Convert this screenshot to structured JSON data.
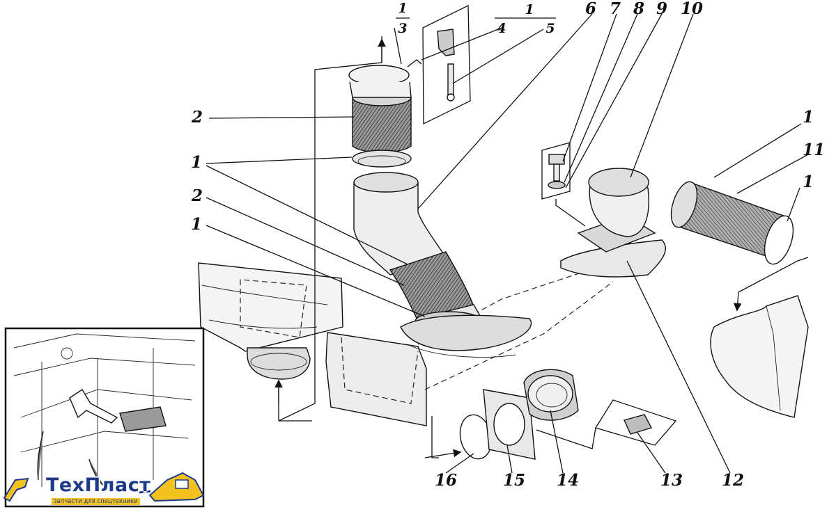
{
  "callouts": [
    {
      "id": "c1a",
      "label": "1"
    },
    {
      "id": "c1b",
      "label": "1"
    },
    {
      "id": "c1c",
      "label": "1"
    },
    {
      "id": "c1d",
      "label": "1"
    },
    {
      "id": "c2a",
      "label": "2"
    },
    {
      "id": "c2b",
      "label": "2"
    },
    {
      "id": "c6",
      "label": "6"
    },
    {
      "id": "c7",
      "label": "7"
    },
    {
      "id": "c8",
      "label": "8"
    },
    {
      "id": "c9",
      "label": "9"
    },
    {
      "id": "c10",
      "label": "10"
    },
    {
      "id": "c11",
      "label": "11"
    },
    {
      "id": "c12",
      "label": "12"
    },
    {
      "id": "c13",
      "label": "13"
    },
    {
      "id": "c14",
      "label": "14"
    },
    {
      "id": "c15",
      "label": "15"
    },
    {
      "id": "c16",
      "label": "16"
    }
  ],
  "fractions": {
    "left": {
      "numerator": "1",
      "denominator": "3"
    },
    "right": {
      "numerator": "1",
      "denom_a": "4",
      "denom_b": "5"
    }
  },
  "logo": {
    "name": "ТехПласт",
    "tagline": "запчасти для спецтехники",
    "colors": {
      "text": "#1d3a8a",
      "accent": "#f4c21f"
    }
  }
}
